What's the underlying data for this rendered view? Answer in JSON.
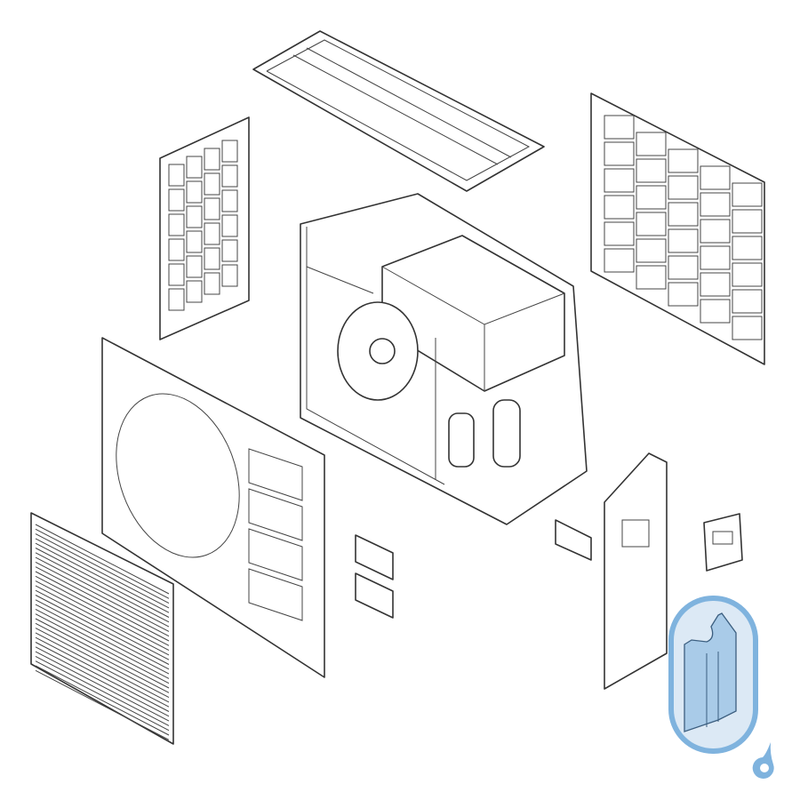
{
  "diagram": {
    "type": "exploded-view",
    "parts": [
      "top-cover",
      "left-side-grille",
      "rear-grille",
      "main-unit",
      "front-panel",
      "front-grille",
      "small-vent-upper",
      "small-vent-lower",
      "terminal-grille",
      "right-side-panel",
      "handle-bracket",
      "valve-cover-highlighted"
    ]
  },
  "colors": {
    "line": "#333333",
    "highlight_fill": "#dce9f5",
    "highlight_stroke": "#7fb3de",
    "part_fill": "#a9cbe8",
    "logo": "#7fb3de"
  },
  "icons": {
    "logo": "droplet-logo-icon"
  }
}
